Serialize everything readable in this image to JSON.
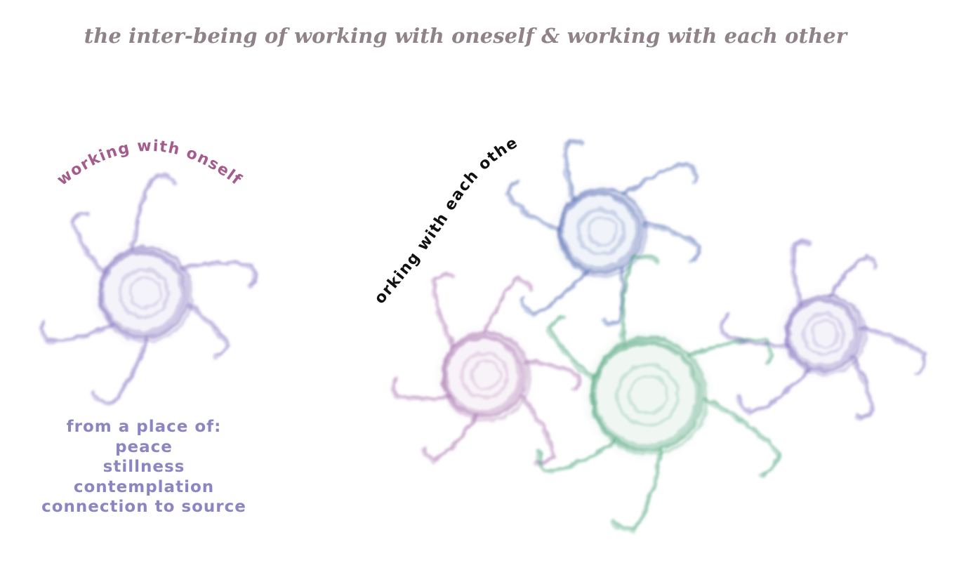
{
  "title": "the inter-being of working with oneself & working with each other",
  "left_group": {
    "label": "working with onself",
    "label_color": "#a35c8c",
    "swirl_color": "#7b67b8",
    "qualities": {
      "heading": "from a place of:",
      "items": [
        "peace",
        "stillness",
        "contemplation",
        "connection to source"
      ]
    }
  },
  "right_group": {
    "label": "working with each other",
    "label_color": "#111111",
    "swirls": [
      {
        "name": "blue-swirl",
        "color": "#4a62ad"
      },
      {
        "name": "mauve-swirl",
        "color": "#a26aaa"
      },
      {
        "name": "green-swirl",
        "color": "#3f9a70"
      },
      {
        "name": "violet-swirl",
        "color": "#7b67b8"
      }
    ]
  },
  "text_color": "#8b86c2",
  "title_color": "#8f8288"
}
